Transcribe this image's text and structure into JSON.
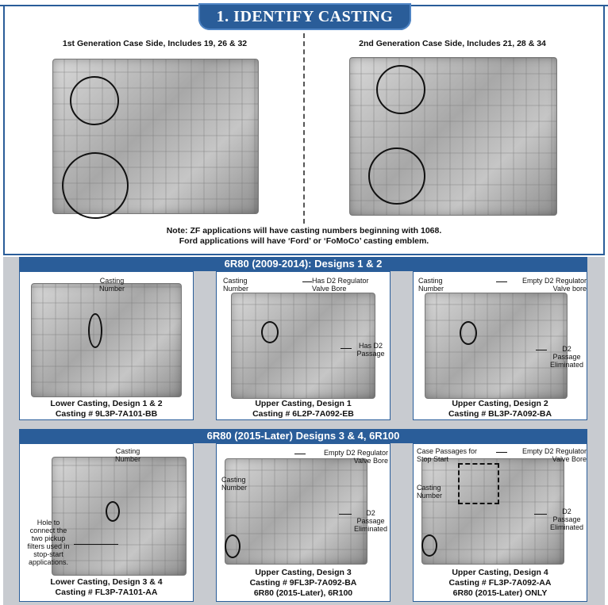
{
  "title": "1. IDENTIFY CASTING",
  "generations": [
    {
      "caption": "1st Generation Case Side, Includes 19, 26 & 32"
    },
    {
      "caption": "2nd Generation Case Side, Includes 21, 28 & 34"
    }
  ],
  "note": {
    "line1": "Note: ZF applications will have casting numbers beginning with 1068.",
    "line2": "Ford applications will have ‘Ford’ or ‘FoMoCo’ casting emblem."
  },
  "section1": {
    "header": "6R80 (2009-2014): Designs 1 & 2",
    "panels": [
      {
        "caption1": "Lower Casting, Design 1 & 2",
        "caption2": "Casting # 9L3P-7A101-BB",
        "callouts": {
          "casting_number": "Casting\nNumber"
        }
      },
      {
        "caption1": "Upper Casting, Design 1",
        "caption2": "Casting # 6L2P-7A092-EB",
        "callouts": {
          "casting_number": "Casting\nNumber",
          "regulator": "Has D2 Regulator\nValve Bore",
          "passage": "Has D2\nPassage"
        }
      },
      {
        "caption1": "Upper Casting, Design 2",
        "caption2": "Casting # BL3P-7A092-BA",
        "callouts": {
          "casting_number": "Casting\nNumber",
          "regulator": "Empty D2 Regulator\nValve bore",
          "passage": "D2\nPassage\nEliminated"
        }
      }
    ]
  },
  "section2": {
    "header": "6R80 (2015-Later) Designs 3 & 4, 6R100",
    "panels": [
      {
        "caption1": "Lower Casting, Design 3 & 4",
        "caption2": "Casting # FL3P-7A101-AA",
        "callouts": {
          "casting_number": "Casting\nNumber",
          "hole": "Hole to\nconnect the\ntwo pickup\nfilters used in\nstop-start\napplications."
        }
      },
      {
        "caption1": "Upper Casting, Design 3",
        "caption2": "Casting # 9FL3P-7A092-BA",
        "caption3": "6R80 (2015-Later), 6R100",
        "callouts": {
          "casting_number": "Casting\nNumber",
          "regulator": "Empty D2 Regulator\nValve Bore",
          "passage": "D2\nPassage\nEliminated"
        }
      },
      {
        "caption1": "Upper Casting, Design 4",
        "caption2": "Casting # FL3P-7A092-AA",
        "caption3": "6R80 (2015-Later) ONLY",
        "callouts": {
          "casting_number": "Casting\nNumber",
          "regulator": "Empty D2 Regulator\nValve Bore",
          "passage": "D2\nPassage\nEliminated",
          "stop_start": "Case Passages for\nStop Start"
        }
      }
    ]
  }
}
